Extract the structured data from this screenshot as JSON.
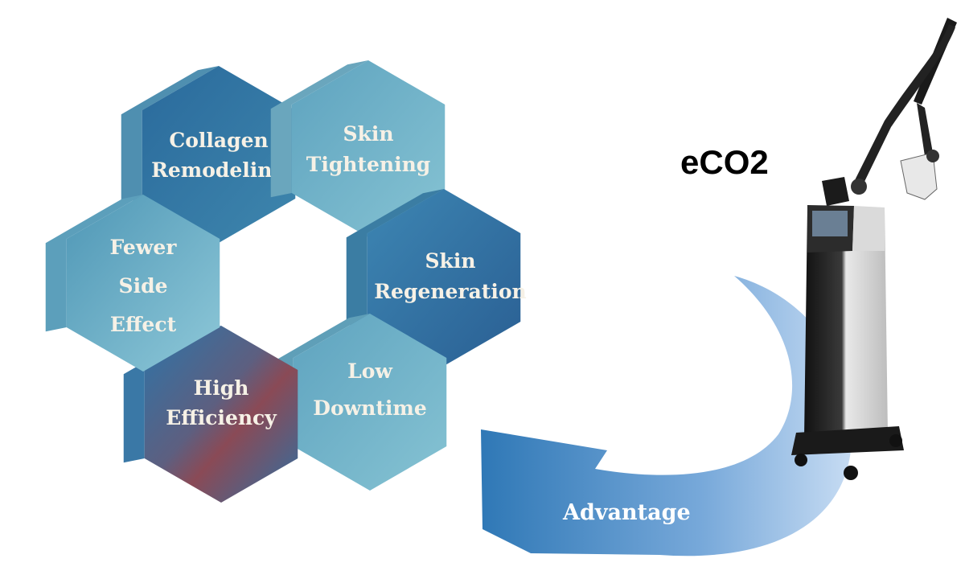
{
  "diagram": {
    "product_name": "eCO2",
    "arrow_label": "Advantage",
    "hexagons": [
      {
        "id": "collagen",
        "lines": [
          "Collagen",
          "Remodeling"
        ]
      },
      {
        "id": "skin-tightening",
        "lines": [
          "Skin",
          "Tightening"
        ]
      },
      {
        "id": "skin-regeneration",
        "lines": [
          "Skin",
          "Regeneration"
        ]
      },
      {
        "id": "low-downtime",
        "lines": [
          "Low",
          "Downtime"
        ]
      },
      {
        "id": "high-efficiency",
        "lines": [
          "High",
          "Efficiency"
        ]
      },
      {
        "id": "fewer-side-effect",
        "lines": [
          "Fewer",
          "Side",
          "Effect"
        ]
      }
    ],
    "colors": {
      "hex_dark": "#2f6fa0",
      "hex_light": "#6fb2c6",
      "arrow": "#3f87c1",
      "label_text": "#f6f1e6"
    },
    "device_image": "laser-device-icon"
  }
}
